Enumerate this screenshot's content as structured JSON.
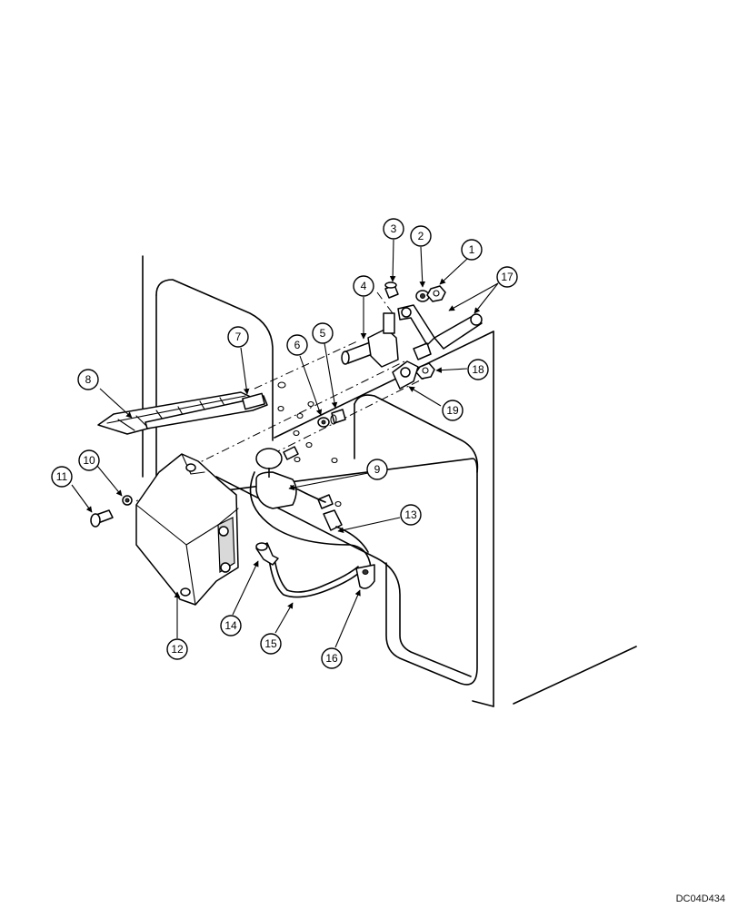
{
  "callouts": [
    {
      "label": "1"
    },
    {
      "label": "2"
    },
    {
      "label": "3"
    },
    {
      "label": "4"
    },
    {
      "label": "5"
    },
    {
      "label": "6"
    },
    {
      "label": "7"
    },
    {
      "label": "8"
    },
    {
      "label": "9"
    },
    {
      "label": "10"
    },
    {
      "label": "11"
    },
    {
      "label": "12"
    },
    {
      "label": "13"
    },
    {
      "label": "14"
    },
    {
      "label": "15"
    },
    {
      "label": "16"
    },
    {
      "label": "17"
    },
    {
      "label": "18"
    },
    {
      "label": "19"
    }
  ],
  "reference_code": "DC04D434"
}
